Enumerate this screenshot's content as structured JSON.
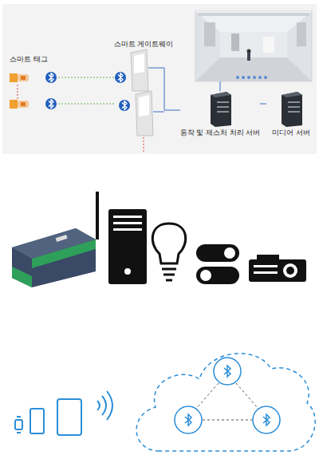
{
  "diagram": {
    "nodes": [
      {
        "text": [
          "스마트 게이트웨이"
        ]
      },
      {
        "text": [
          "동작 및 제스처 처리 서버"
        ]
      },
      {
        "text": [
          "미디어 서버"
        ]
      }
    ],
    "edges": [
      {
        "from": 0,
        "to": 1,
        "arrow": "none"
      },
      {
        "from": 1,
        "to": 2,
        "arrow": "none"
      }
    ],
    "labels": [
      "스마트 태그"
    ]
  }
}
